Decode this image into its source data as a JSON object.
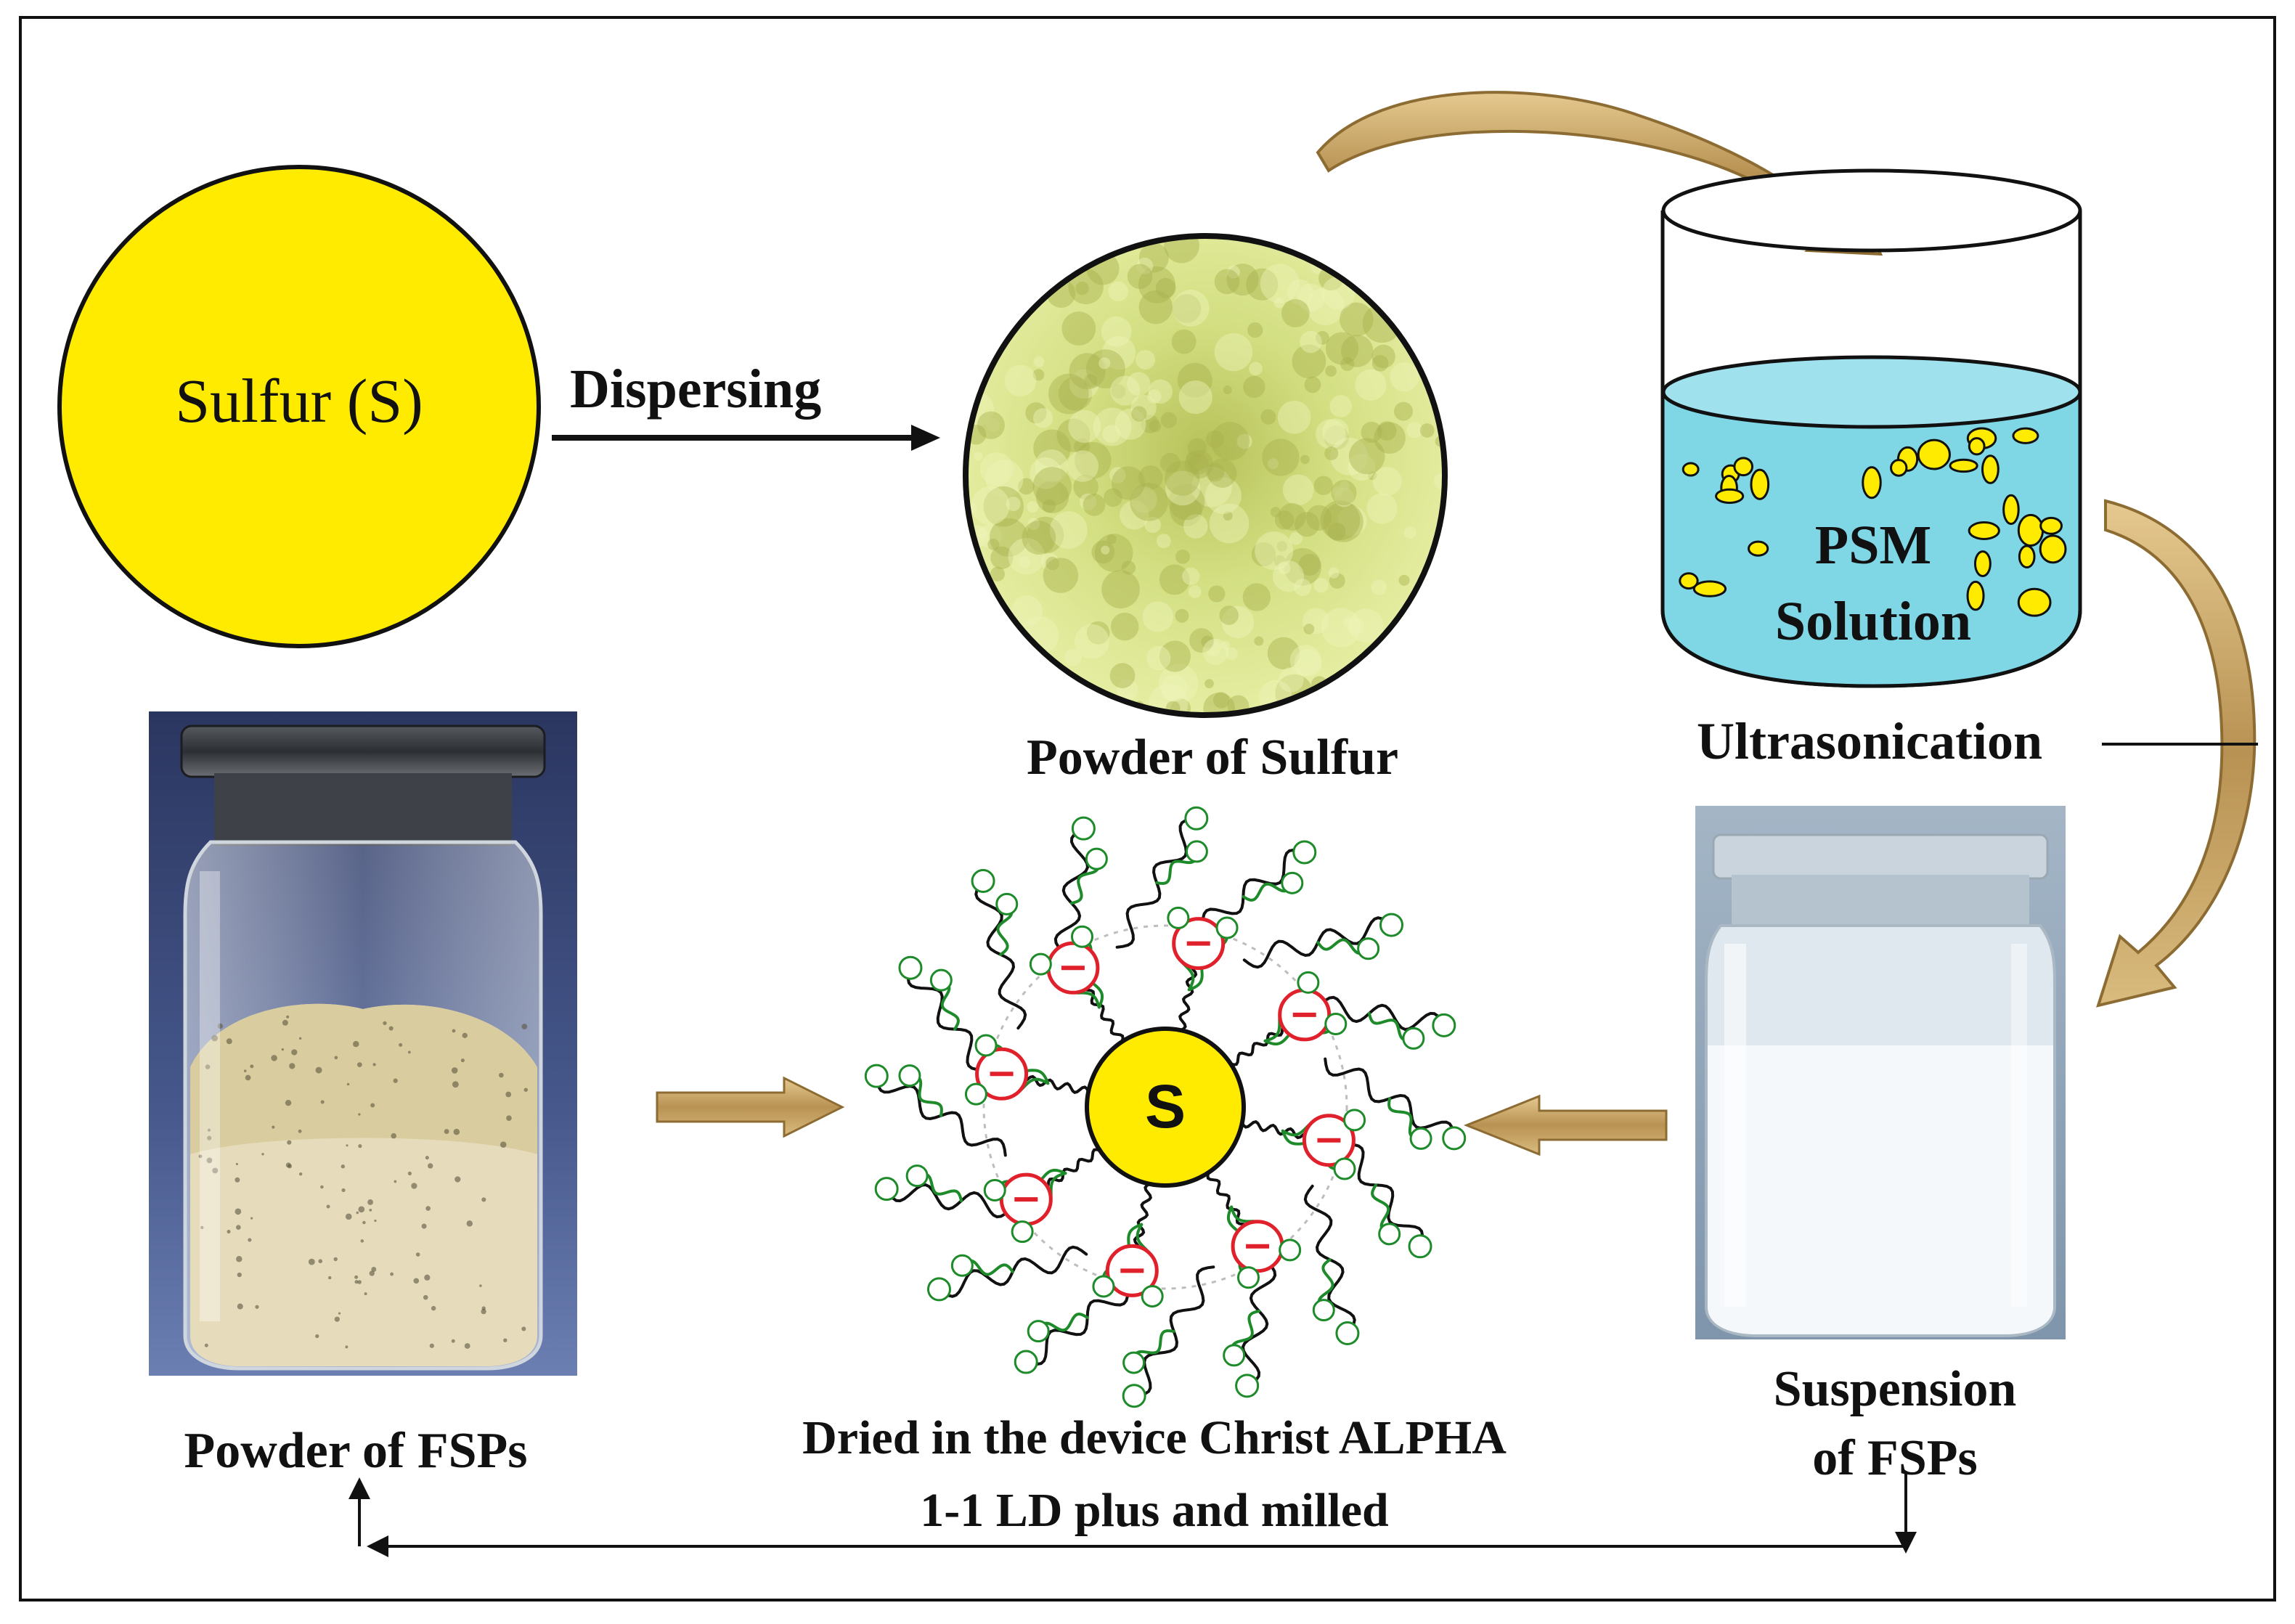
{
  "labels": {
    "sulfur_circle": "Sulfur (S)",
    "dispersing": "Dispersing",
    "powder_of_sulfur": "Powder of Sulfur",
    "psm_line1": "PSM",
    "psm_line2": "Solution",
    "ultrasonication": "Ultrasonication",
    "suspension_line1": "Suspension",
    "suspension_line2": "of FSPs",
    "powder_of_fsps": "Powder of FSPs",
    "dried_line1": "Dried in the device Christ ALPHA",
    "dried_line2": "1-1 LD plus  and milled",
    "core_symbol": "S"
  },
  "colors": {
    "sulfur_yellow": "#ffeb00",
    "powder_green": "#d7e48a",
    "liquid_blue": "#7fd7e6",
    "arrow_tan": "#c9a96a",
    "chain_green": "#1e8b2a",
    "charge_red": "#e0202a"
  }
}
